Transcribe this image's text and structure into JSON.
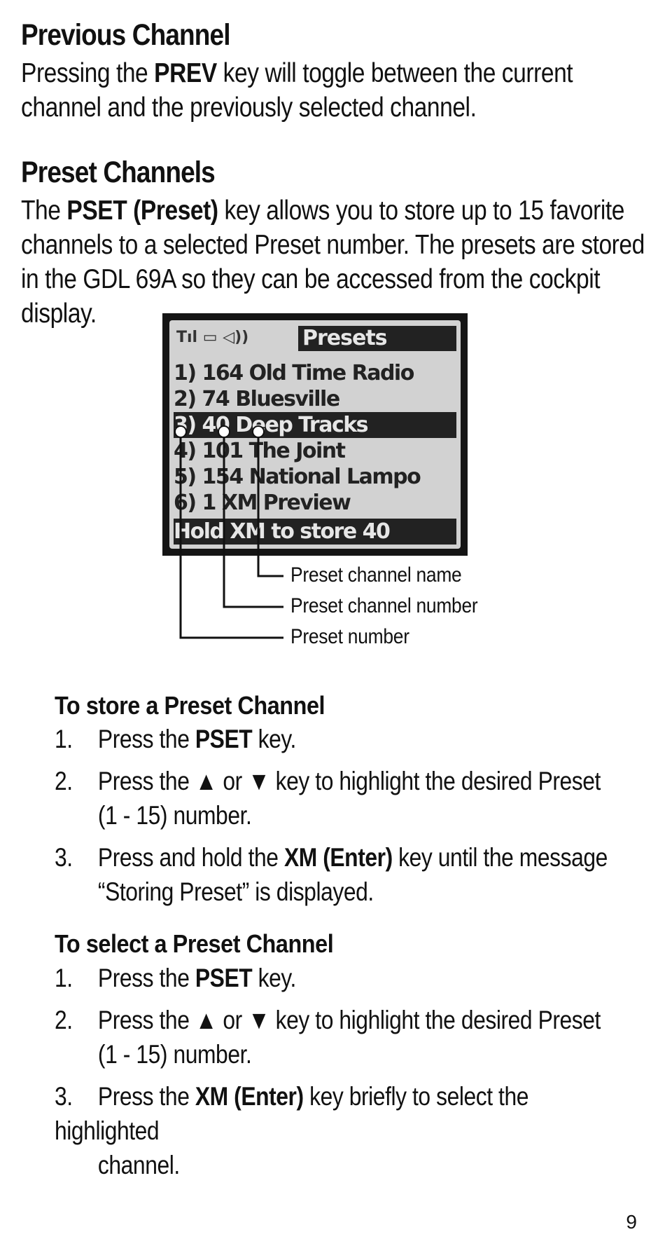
{
  "sections": {
    "previous_channel": {
      "title": "Previous Channel",
      "body_pre": "Pressing the ",
      "body_bold": "PREV",
      "body_post": " key will toggle between the current channel and the previously selected channel."
    },
    "preset_channels": {
      "title": "Preset Channels",
      "body_pre": "The ",
      "body_bold": "PSET (Preset)",
      "body_post": " key allows you to store up to 15 favorite channels to a selected Preset number. The presets are stored in the GDL 69A so they can be accessed from the cockpit display."
    }
  },
  "lcd": {
    "status_icons": "Tıl ▭ ◁))",
    "title": "Presets",
    "rows": [
      {
        "text": "1) 164 Old Time Radio",
        "highlighted": false
      },
      {
        "text": "2) 74 Bluesville",
        "highlighted": false
      },
      {
        "text": "3) 40 Deep Tracks",
        "highlighted": true
      },
      {
        "text": "4) 101 The Joint",
        "highlighted": false
      },
      {
        "text": "5) 154 National Lampo",
        "highlighted": false
      },
      {
        "text": "6) 1 XM Preview",
        "highlighted": false
      },
      {
        "text": "Hold XM to store 40",
        "highlighted": true
      }
    ]
  },
  "callouts": {
    "name": "Preset channel name",
    "number": "Preset channel number",
    "preset": "Preset number"
  },
  "store": {
    "title": "To store a Preset Channel",
    "steps": [
      {
        "num": "1.",
        "pre": "Press the ",
        "bold": "PSET",
        "post": " key.",
        "cont": ""
      },
      {
        "num": "2.",
        "pre": "Press the ▲ or ▼ key to highlight the desired Preset",
        "bold": "",
        "post": "",
        "cont": "(1 - 15) number."
      },
      {
        "num": "3.",
        "pre": "Press and hold the ",
        "bold": "XM (Enter)",
        "post": " key until the message",
        "cont": "“Storing Preset” is displayed."
      }
    ]
  },
  "select": {
    "title": "To select a Preset Channel",
    "steps": [
      {
        "num": "1.",
        "pre": "Press the ",
        "bold": "PSET",
        "post": " key.",
        "cont": ""
      },
      {
        "num": "2.",
        "pre": "Press the ▲ or ▼ key to highlight the desired Preset",
        "bold": "",
        "post": "",
        "cont": "(1 - 15) number."
      },
      {
        "num": "3.",
        "pre": "Press the ",
        "bold": "XM (Enter)",
        "post": " key briefly to select the highlighted",
        "cont": "channel."
      }
    ]
  },
  "page_number": "9"
}
